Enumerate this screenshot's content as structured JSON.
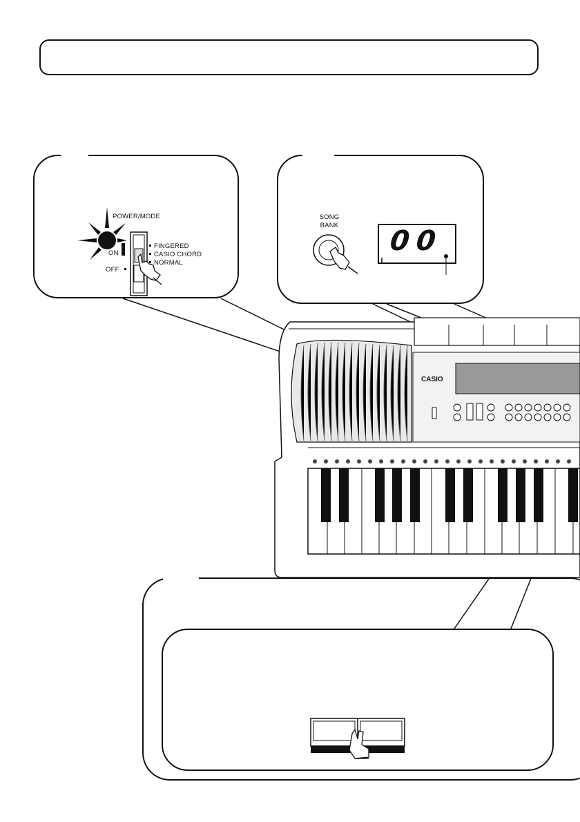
{
  "power_panel": {
    "title": "POWER/MODE",
    "state_on": "ON",
    "state_off": "OFF",
    "modes": [
      "FINGERED",
      "CASIO CHORD",
      "NORMAL"
    ]
  },
  "song_bank_panel": {
    "button_line1": "SONG",
    "button_line2": "BANK",
    "display_value": "00"
  },
  "keyboard": {
    "brand": "CASIO"
  }
}
